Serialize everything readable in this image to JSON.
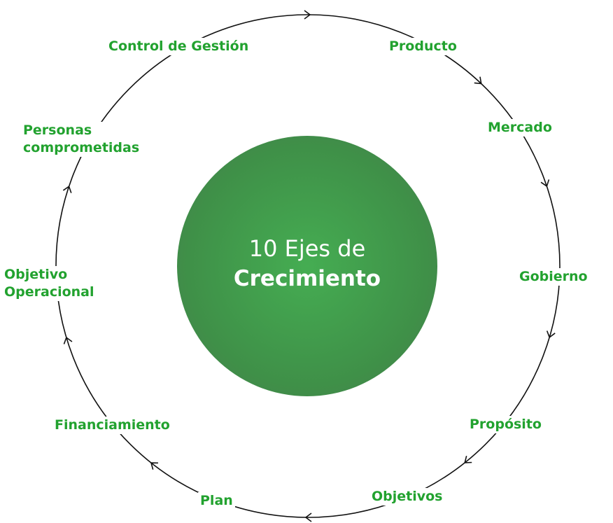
{
  "center": {
    "line1": "10 Ejes de",
    "line2": "Crecimiento"
  },
  "axes": [
    {
      "label": "Producto"
    },
    {
      "label": "Mercado"
    },
    {
      "label": "Gobierno"
    },
    {
      "label": "Propósito"
    },
    {
      "label": "Objetivos"
    },
    {
      "label": "Plan"
    },
    {
      "label": "Financiamiento"
    },
    {
      "label": "Objetivo\nOperacional"
    },
    {
      "label": "Personas\ncomprometidas"
    },
    {
      "label": "Control de Gestión"
    }
  ],
  "colors": {
    "label": "#22a22f",
    "ring": "#111111"
  }
}
